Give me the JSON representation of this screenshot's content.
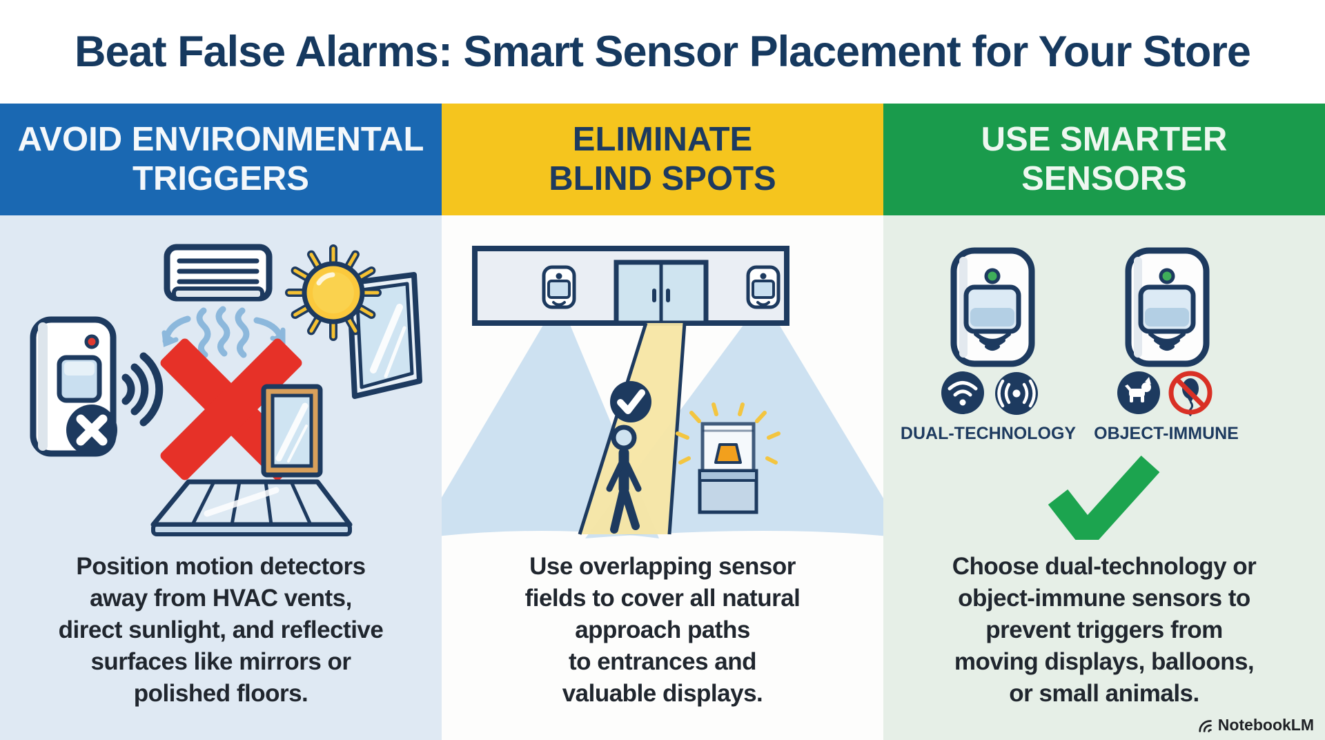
{
  "title": "Beat False Alarms: Smart Sensor Placement for Your Store",
  "colors": {
    "header_blue": "#1a68b2",
    "header_yellow": "#f5c51e",
    "header_green": "#1a9b4c",
    "title_navy": "#16395f",
    "outline_navy": "#1d3a5f",
    "alert_red": "#e63128",
    "check_green": "#1ca44f",
    "column1_bg": "#dfe9f3",
    "column2_bg": "#fdfdfc",
    "column3_bg": "#e6efe7"
  },
  "columns": [
    {
      "id": "avoid-environmental-triggers",
      "header_lines": [
        "AVOID ENVIRONMENTAL",
        "TRIGGERS"
      ],
      "body_lines": [
        "Position motion detectors",
        "away from HVAC vents,",
        "direct sunlight, and reflective",
        "surfaces like mirrors or",
        "polished floors."
      ],
      "icons": [
        "motion-sensor-x-icon",
        "signal-waves-icon",
        "hvac-vent-icon",
        "airflow-arrows-icon",
        "red-x-icon",
        "sun-icon",
        "window-icon",
        "mirror-icon",
        "polished-floor-icon"
      ]
    },
    {
      "id": "eliminate-blind-spots",
      "header_lines": [
        "ELIMINATE",
        "BLIND SPOTS"
      ],
      "body_lines": [
        "Use overlapping sensor",
        "fields to cover all natural",
        "approach paths",
        "to entrances and",
        "valuable displays."
      ],
      "icons": [
        "store-wall",
        "pir-sensor-icon",
        "double-door-icon",
        "coverage-cones",
        "check-circle-icon",
        "walking-person-icon",
        "display-case-icon"
      ]
    },
    {
      "id": "use-smarter-sensors",
      "header_lines": [
        "USE SMARTER",
        "SENSORS"
      ],
      "body_lines": [
        "Choose dual-technology or",
        "object-immune sensors to",
        "prevent triggers from",
        "moving displays, balloons,",
        "or small animals."
      ],
      "badges": [
        {
          "label": "DUAL-TECHNOLOGY",
          "icons": [
            "wifi-badge-icon",
            "microwave-badge-icon"
          ]
        },
        {
          "label": "OBJECT-IMMUNE",
          "icons": [
            "dog-badge-icon",
            "no-balloon-badge-icon"
          ]
        }
      ],
      "icons": [
        "pir-sensor-icon",
        "pir-sensor-icon",
        "green-check-icon"
      ]
    }
  ],
  "watermark": {
    "label": "NotebookLM",
    "icon": "notebooklm-logo-icon"
  }
}
